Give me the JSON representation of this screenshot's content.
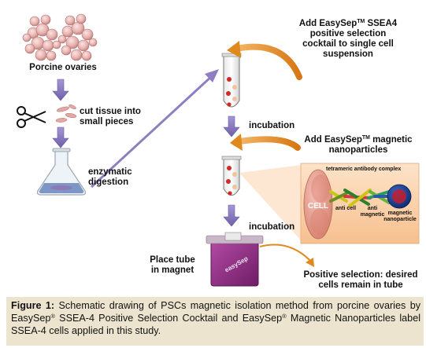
{
  "steps": {
    "ovaries": "Porcine ovaries",
    "cut_tissue": [
      "cut tissue into",
      "small pieces"
    ],
    "digestion": [
      "enzymatic",
      "digestion"
    ],
    "incubation_1": "incubation",
    "incubation_2": "incubation",
    "place_tube": [
      "Place tube",
      "in magnet"
    ]
  },
  "notes": {
    "add_cocktail": {
      "line1_prefix": "Add EasySep",
      "line1_sup": "TM",
      "line1_suffix": " SSEA4",
      "line2": "positive selection",
      "line3": "cocktail to single cell",
      "line4": "suspension"
    },
    "add_particles": {
      "line1_prefix": "Add EasySep",
      "line1_sup": "TM",
      "line1_suffix": " magnetic",
      "line2": "nanoparticles"
    },
    "result": [
      "Positive selection: desired",
      "cells remain in tube"
    ]
  },
  "inset": {
    "complex": "tetrameric antibody complex",
    "cell": "CELL",
    "anti_cell": "anti cell",
    "anti_magnetic": [
      "anti",
      "magnetic"
    ],
    "particle": [
      "magnetic",
      "nanoparticle"
    ]
  },
  "magnet_label": "easySep",
  "caption": {
    "figure": "Figure 1:",
    "parts": [
      " Schematic drawing of PSCs magnetic isolation method from porcine ovaries by EasySep",
      "®",
      " SSEA-4 Positive Selection Cocktail and EasySep",
      "®",
      " Magnetic Nanoparticles label SSEA-4 cells applied in this study."
    ]
  },
  "colors": {
    "step_arrow": "#8f7fc0",
    "orange_arrow": "#e08a1e",
    "inset_fill": "#fbd3ae",
    "cell": "#e79a8c",
    "particle": "#1a3d8f",
    "caption_bg": "#ece4cf"
  }
}
